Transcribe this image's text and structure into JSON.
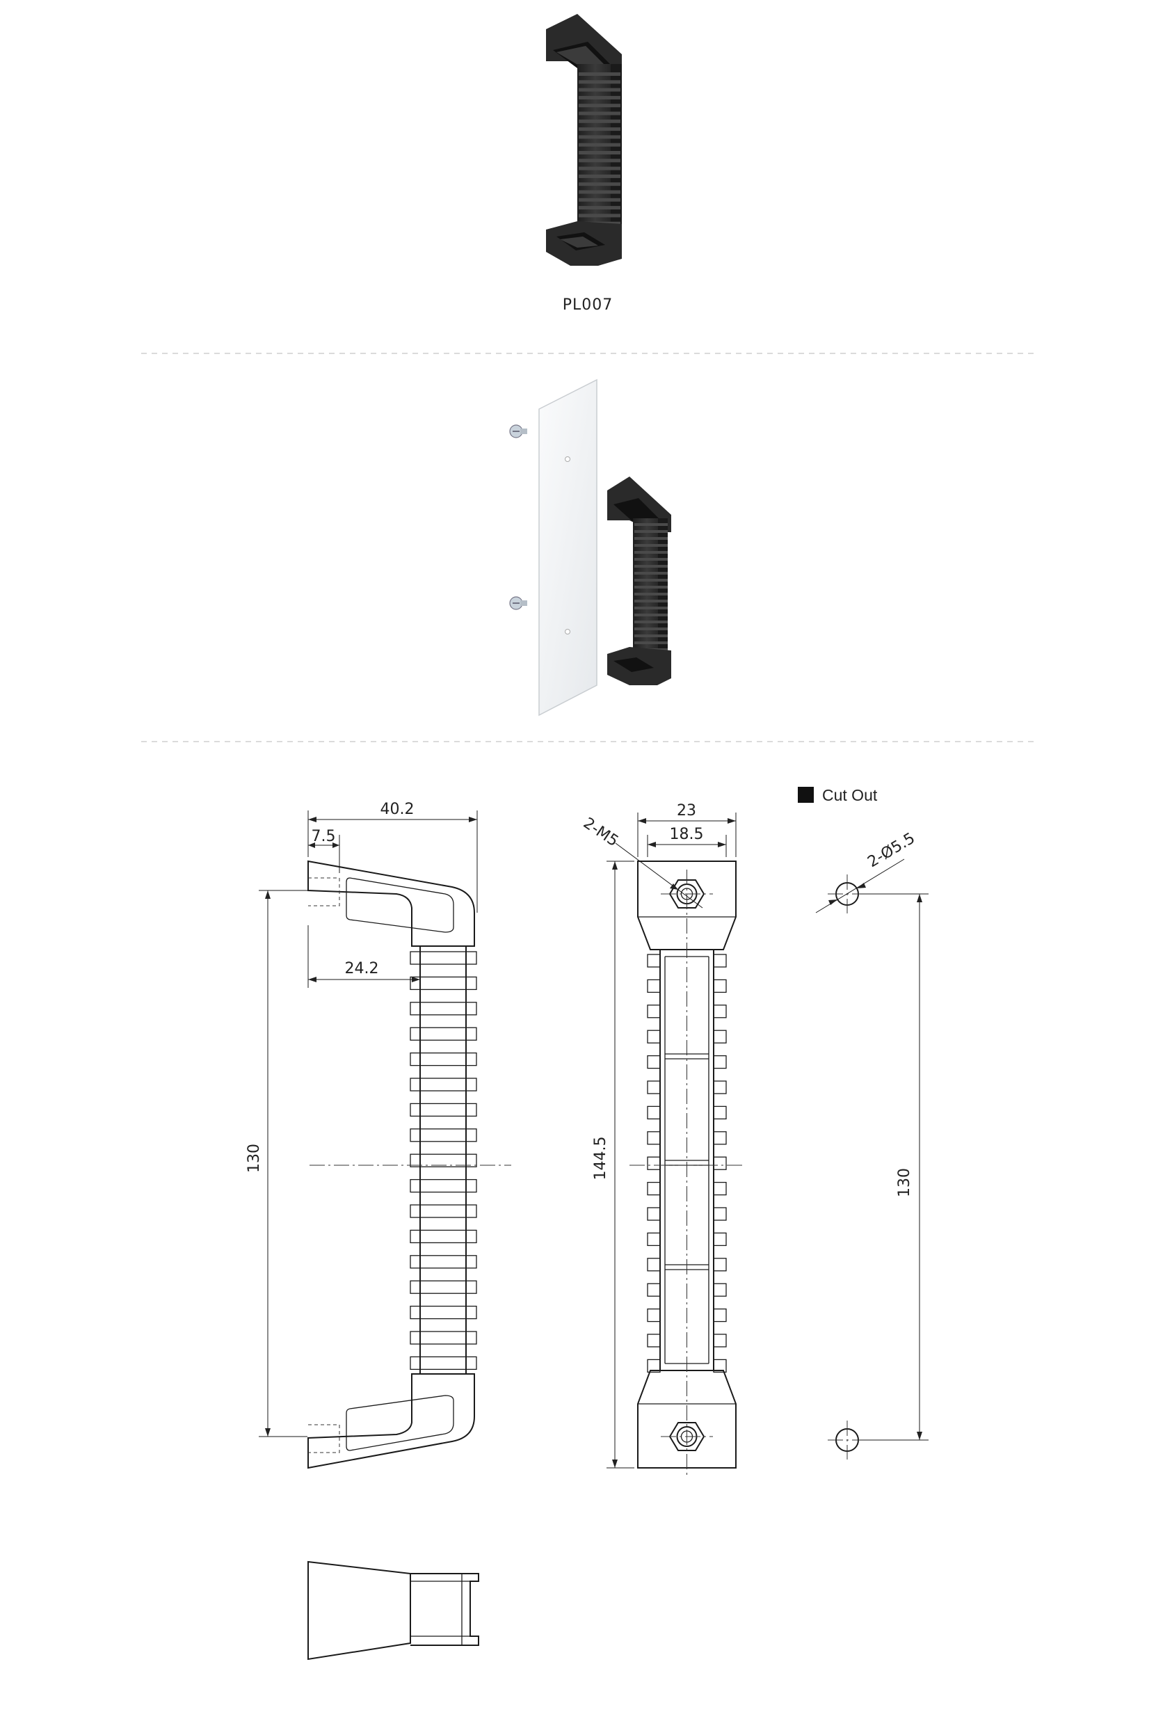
{
  "product": {
    "code": "PL007"
  },
  "legend": {
    "cut_out_label": "Cut Out"
  },
  "dimensions": {
    "overall_depth": "40.2",
    "boss_depth": "7.5",
    "grip_offset": "24.2",
    "side_height": "130",
    "front_width": "23",
    "front_inner_width": "18.5",
    "thread_callout": "2-M5",
    "front_height": "144.5",
    "hole_callout": "2-Ø5.5",
    "cutout_spacing": "130"
  },
  "colors": {
    "line": "#1a1a1a",
    "handle": "#2b2b2b",
    "plate": "#f2f4f6",
    "separator": "#cfcfcf"
  }
}
